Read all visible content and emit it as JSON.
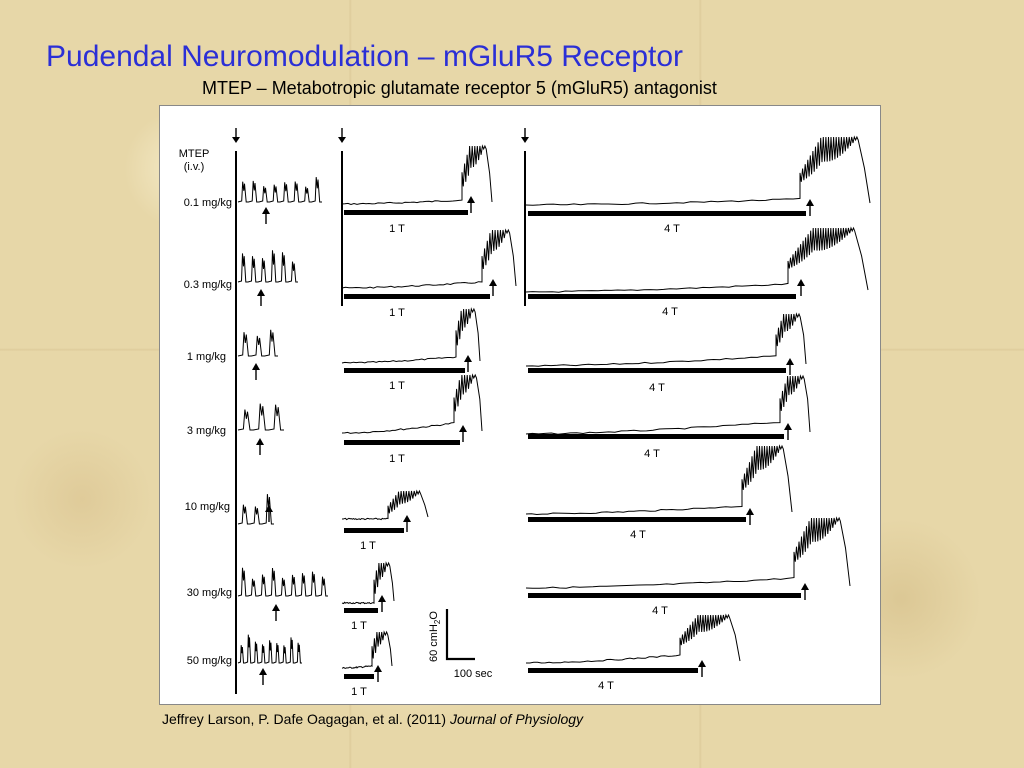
{
  "slide": {
    "title": "Pudendal Neuromodulation – mGluR5 Receptor",
    "subtitle": "MTEP – Metabotropic glutamate receptor 5 (mGluR5) antagonist",
    "citation_authors": "Jeffrey Larson, P. Dafe Oagagan, et al. (2011) ",
    "citation_journal": "Journal of Physiology"
  },
  "figure": {
    "drug_label": "MTEP",
    "drug_route": "(i.v.)",
    "doses": [
      "0.1 mg/kg",
      "0.3 mg/kg",
      "1 mg/kg",
      "3 mg/kg",
      "10 mg/kg",
      "30 mg/kg",
      "50 mg/kg"
    ],
    "stim_1t": [
      "1 T",
      "1 T",
      "1 T",
      "1 T",
      "1 T",
      "1 T",
      "1 T"
    ],
    "stim_4t": [
      "4 T",
      "4 T",
      "4 T",
      "4 T",
      "4 T",
      "4 T",
      "4 T"
    ],
    "scale_pressure": "60 cmH",
    "scale_pressure_sub": "2",
    "scale_pressure_end": "O",
    "scale_time": "100 sec",
    "colors": {
      "trace": "#000000",
      "title": "#2b2fd6"
    }
  }
}
